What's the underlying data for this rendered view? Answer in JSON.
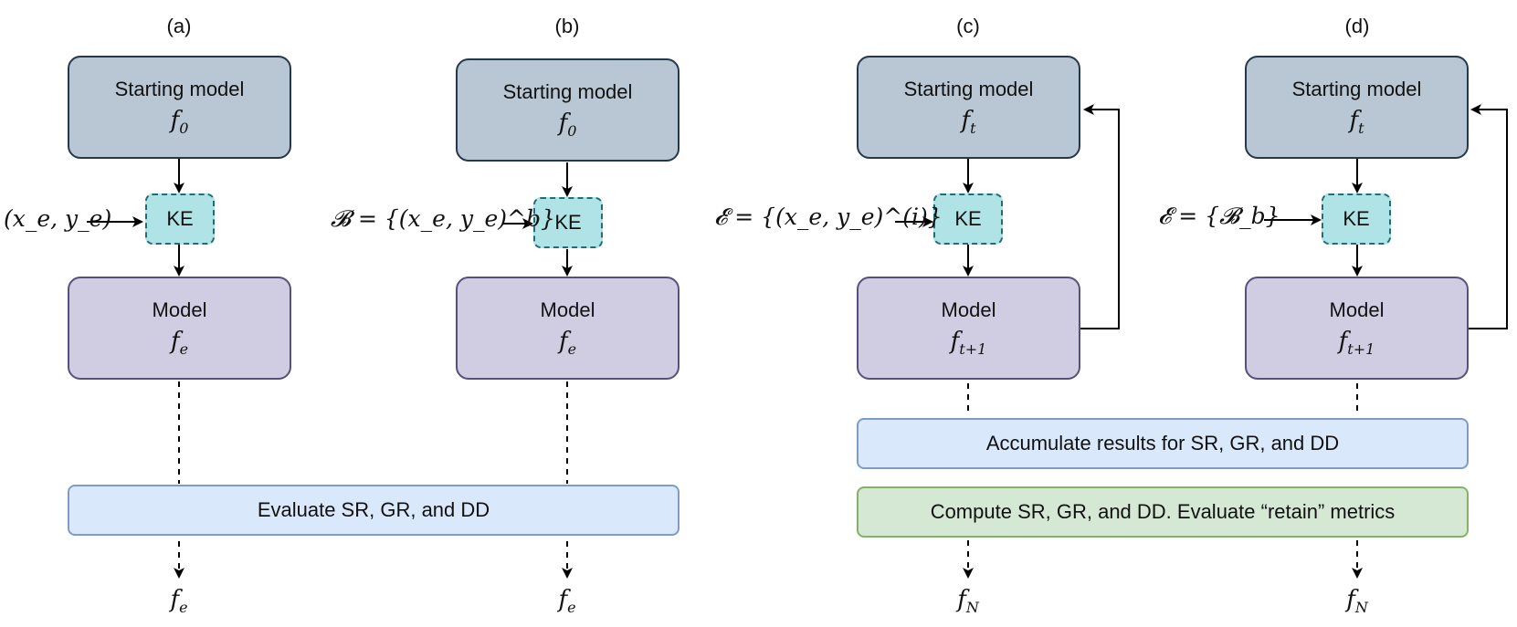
{
  "panels": [
    {
      "label": "(a)",
      "start_title": "Starting model",
      "start_sym": "f",
      "start_sub": "0",
      "input": "(x_e, y_e)",
      "ke": "KE",
      "model_title": "Model",
      "model_sym": "f",
      "model_sub": "e",
      "output_sym": "f",
      "output_sub": "e"
    },
    {
      "label": "(b)",
      "start_title": "Starting model",
      "start_sym": "f",
      "start_sub": "0",
      "input": "𝓑 = {(x_e, y_e)^b}",
      "ke": "KE",
      "model_title": "Model",
      "model_sym": "f",
      "model_sub": "e",
      "output_sym": "f",
      "output_sub": "e"
    },
    {
      "label": "(c)",
      "start_title": "Starting model",
      "start_sym": "f",
      "start_sub": "t",
      "input": "𝓔 = {(x_e, y_e)^(i)}",
      "ke": "KE",
      "model_title": "Model",
      "model_sym": "f",
      "model_sub": "t+1",
      "output_sym": "f",
      "output_sub": "N"
    },
    {
      "label": "(d)",
      "start_title": "Starting model",
      "start_sym": "f",
      "start_sub": "t",
      "input": "𝓔 = {𝓑_b}",
      "ke": "KE",
      "model_title": "Model",
      "model_sym": "f",
      "model_sub": "t+1",
      "output_sym": "f",
      "output_sub": "N"
    }
  ],
  "bars": {
    "evaluate": "Evaluate SR, GR, and DD",
    "accumulate": "Accumulate results for SR, GR, and DD",
    "compute": "Compute SR, GR, and DD. Evaluate “retain” metrics"
  },
  "colors": {
    "starting_model_fill": "#b8c7d3",
    "model_fill": "#d0cde3",
    "ke_fill": "#b0e3e6",
    "blue_bar_fill": "#dae8fc",
    "green_bar_fill": "#d5e8d4"
  }
}
